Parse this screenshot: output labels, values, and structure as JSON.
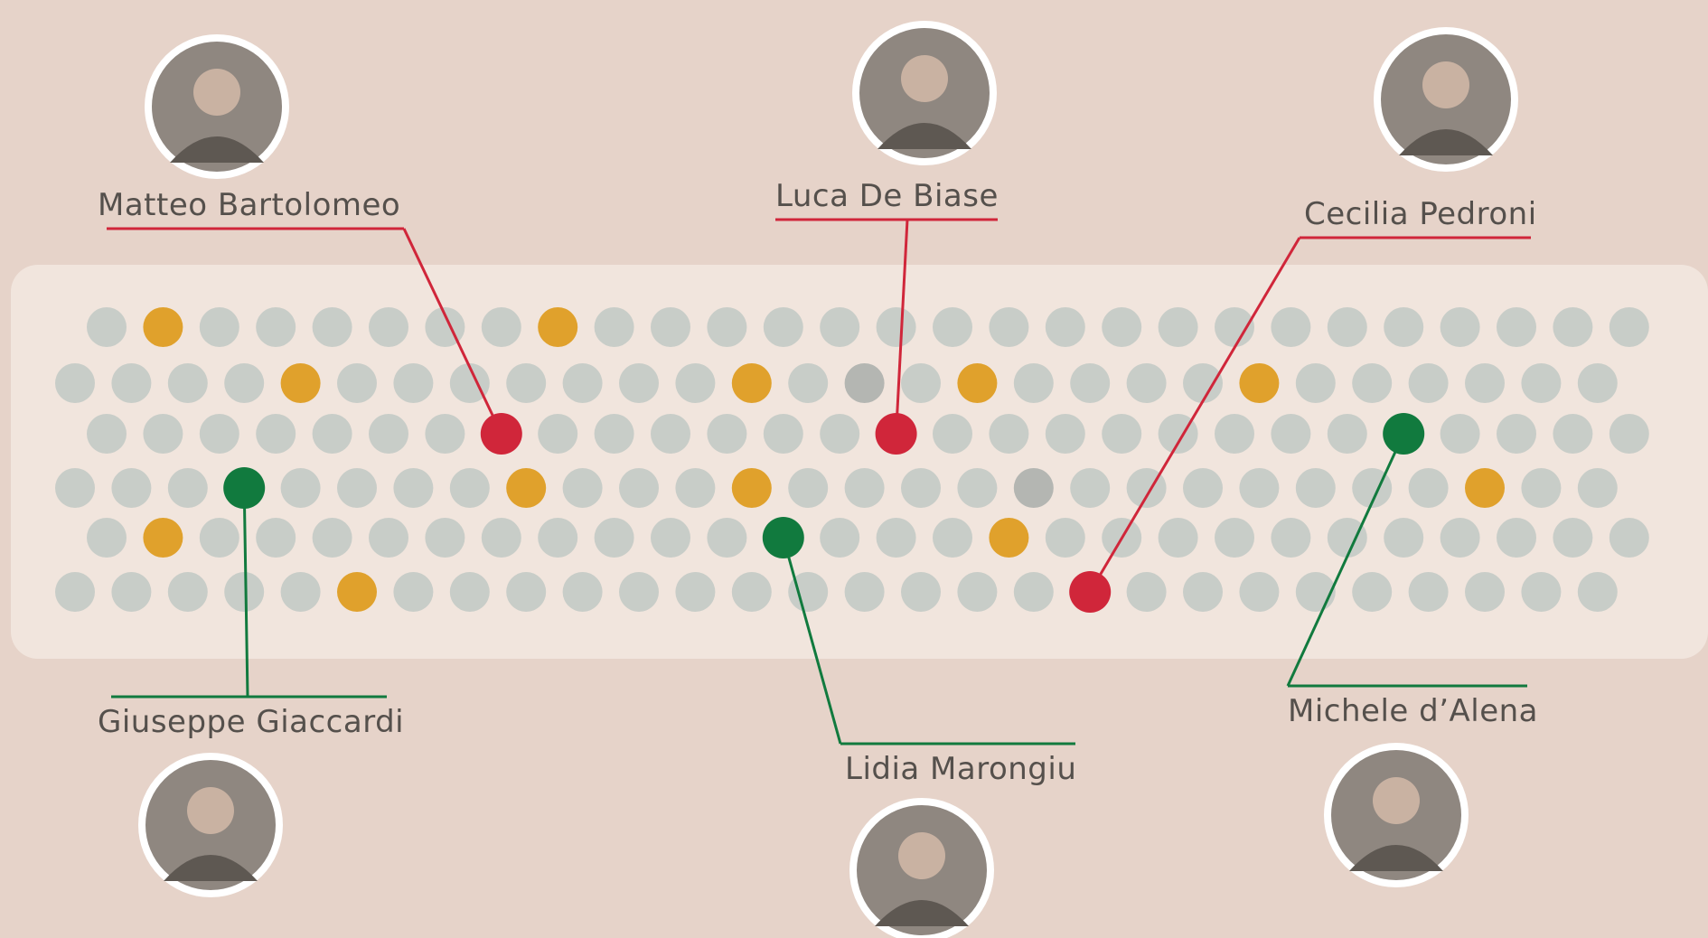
{
  "colors": {
    "background": "#e6d3c9",
    "panel": "#f1e5dd",
    "dot_default": "#c8cdc8",
    "dot_orange": "#e0a12c",
    "dot_gray": "#b4b6b2",
    "accent_red": "#d0263a",
    "accent_green": "#117a3e",
    "label_text": "#55504c"
  },
  "grid": {
    "rows": 6,
    "cols": 28,
    "highlights": [
      {
        "row": 0,
        "col": 1,
        "type": "orange"
      },
      {
        "row": 0,
        "col": 8,
        "type": "orange"
      },
      {
        "row": 1,
        "col": 4,
        "type": "orange"
      },
      {
        "row": 1,
        "col": 12,
        "type": "orange"
      },
      {
        "row": 1,
        "col": 14,
        "type": "gray"
      },
      {
        "row": 1,
        "col": 16,
        "type": "orange"
      },
      {
        "row": 1,
        "col": 21,
        "type": "orange"
      },
      {
        "row": 3,
        "col": 8,
        "type": "orange"
      },
      {
        "row": 3,
        "col": 12,
        "type": "orange"
      },
      {
        "row": 3,
        "col": 17,
        "type": "gray"
      },
      {
        "row": 3,
        "col": 25,
        "type": "orange"
      },
      {
        "row": 4,
        "col": 1,
        "type": "orange"
      },
      {
        "row": 4,
        "col": 16,
        "type": "orange"
      },
      {
        "row": 5,
        "col": 5,
        "type": "orange"
      }
    ]
  },
  "people": [
    {
      "id": "matteo",
      "name": "Matteo Bartolomeo",
      "color": "red",
      "row": 2,
      "col": 7,
      "position": "top"
    },
    {
      "id": "luca",
      "name": "Luca De Biase",
      "color": "red",
      "row": 2,
      "col": 14,
      "position": "top"
    },
    {
      "id": "cecilia",
      "name": "Cecilia Pedroni",
      "color": "red",
      "row": 5,
      "col": 18,
      "position": "top"
    },
    {
      "id": "giuseppe",
      "name": "Giuseppe Giaccardi",
      "color": "green",
      "row": 3,
      "col": 3,
      "position": "bottom"
    },
    {
      "id": "lidia",
      "name": "Lidia Marongiu",
      "color": "green",
      "row": 4,
      "col": 12,
      "position": "bottom"
    },
    {
      "id": "michele",
      "name": "Michele  d’Alena",
      "color": "green",
      "row": 2,
      "col": 23,
      "position": "bottom"
    }
  ]
}
